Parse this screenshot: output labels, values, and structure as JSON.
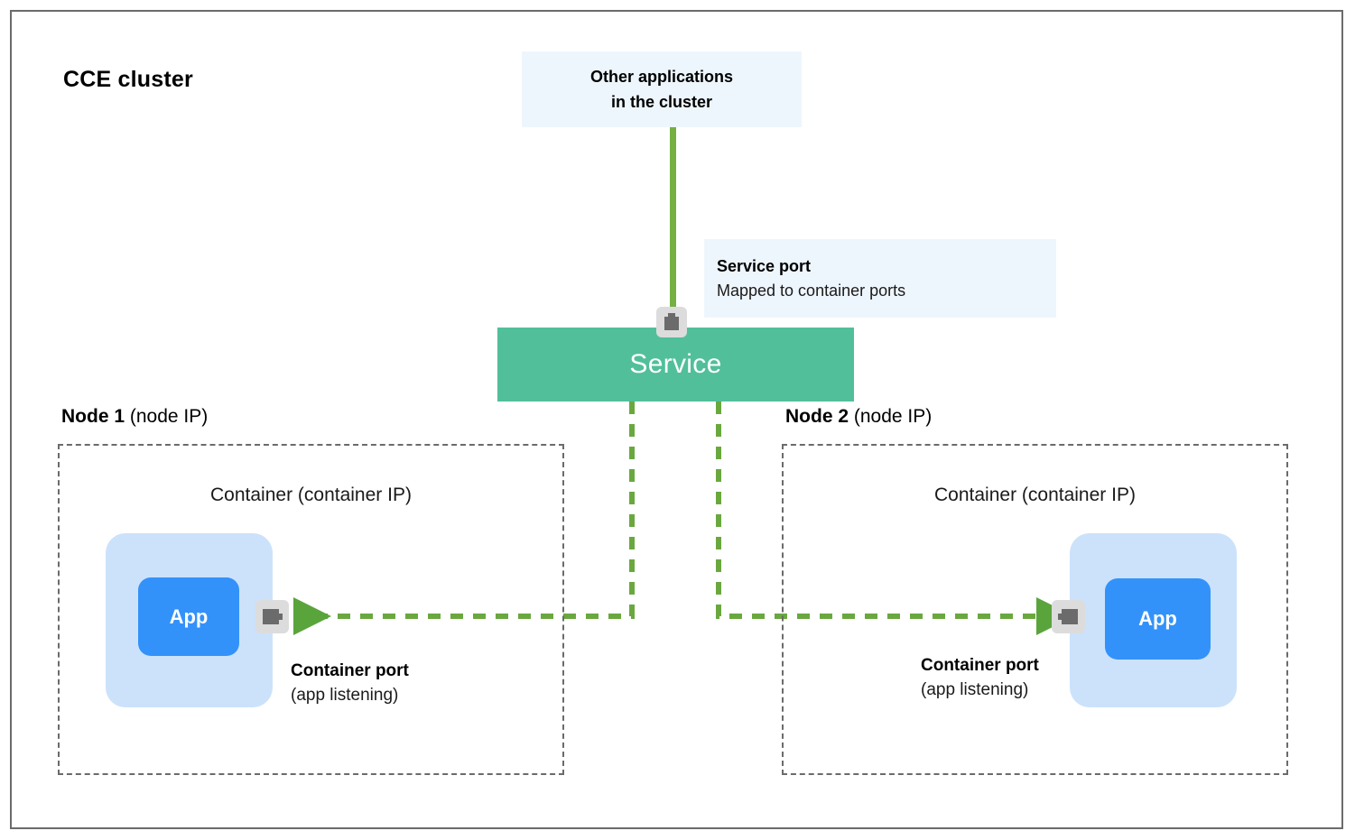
{
  "diagram": {
    "title": "CCE cluster",
    "colors": {
      "service_green": "#51bf9a",
      "connector_green": "#76b043",
      "info_box_blue": "#eef6fd",
      "pod_blue": "#cce2fb",
      "app_blue": "#3392fa",
      "frame_gray": "#6b6b6b",
      "port_icon_gray": "#dcdcdc",
      "port_plug_gray": "#6b6b6b"
    }
  },
  "other_applications_box": {
    "line1": "Other applications",
    "line2": "in the cluster"
  },
  "service_port_box": {
    "title": "Service port",
    "subtitle": "Mapped to container ports"
  },
  "service": {
    "label": "Service",
    "port_icon_name": "service-port-icon"
  },
  "nodes": [
    {
      "name_strong": "Node 1",
      "name_soft": " (node IP)",
      "container_label": "Container (container IP)",
      "app_label": "App",
      "port_caption_title": "Container port",
      "port_caption_sub": "(app listening)"
    },
    {
      "name_strong": "Node 2",
      "name_soft": " (node IP)",
      "container_label": "Container (container IP)",
      "app_label": "App",
      "port_caption_title": "Container port",
      "port_caption_sub": "(app listening)"
    }
  ]
}
